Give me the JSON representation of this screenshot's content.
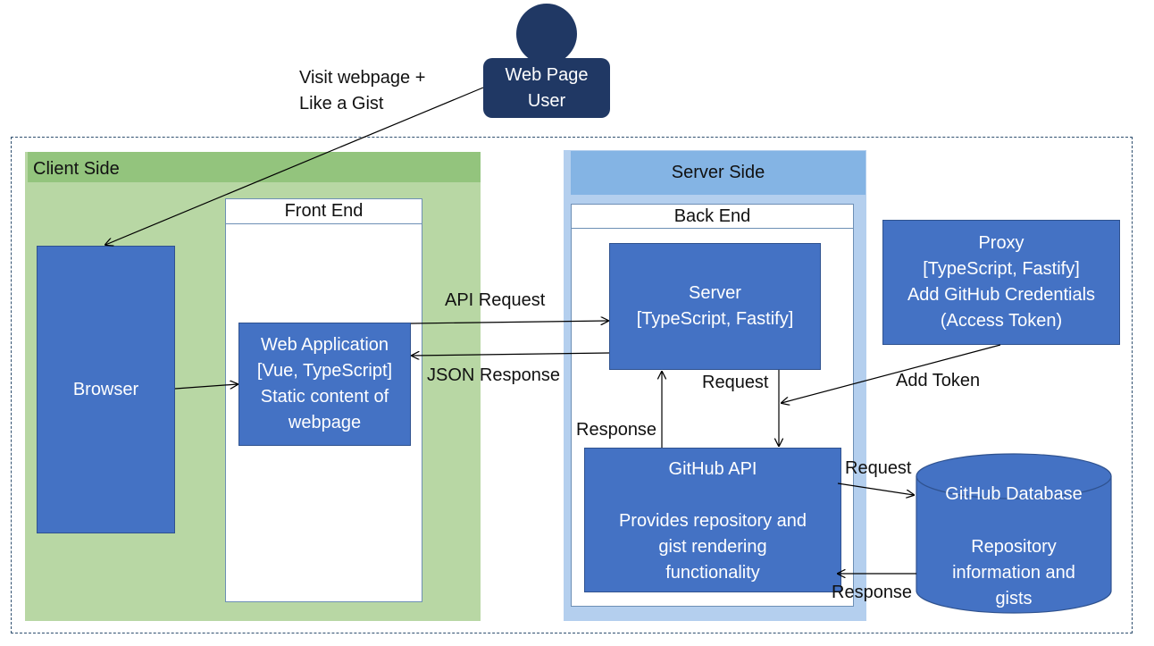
{
  "user": {
    "label_line1": "Web Page",
    "label_line2": "User"
  },
  "client": {
    "title": "Client Side",
    "browser": "Browser",
    "front_end_title": "Front End",
    "web_app": {
      "line1": "Web Application",
      "line2": "[Vue, TypeScript]",
      "line3": "Static content of",
      "line4": "webpage"
    }
  },
  "server": {
    "title": "Server Side",
    "back_end_title": "Back End",
    "server_box": {
      "line1": "Server",
      "line2": "[TypeScript, Fastify]"
    },
    "github_api": {
      "title": "GitHub API",
      "line1": "Provides repository and",
      "line2": "gist rendering",
      "line3": "functionality"
    }
  },
  "proxy": {
    "line1": "Proxy",
    "line2": "[TypeScript, Fastify]",
    "line3": "Add GitHub Credentials",
    "line4": "(Access Token)"
  },
  "database": {
    "title": "GitHub Database",
    "line1": "Repository",
    "line2": "information and",
    "line3": "gists"
  },
  "edges": {
    "visit_line1": "Visit webpage +",
    "visit_line2": "Like a Gist",
    "api_request": "API Request",
    "json_response": "JSON Response",
    "request_down": "Request",
    "response_up": "Response",
    "add_token": "Add Token",
    "db_request": "Request",
    "db_response": "Response"
  },
  "colors": {
    "client_bg": "#b8d7a4",
    "client_header": "#93c47d",
    "server_bg": "#b4cfee",
    "server_header": "#84b4e4",
    "box_blue": "#4472c4",
    "user_navy": "#203864"
  }
}
